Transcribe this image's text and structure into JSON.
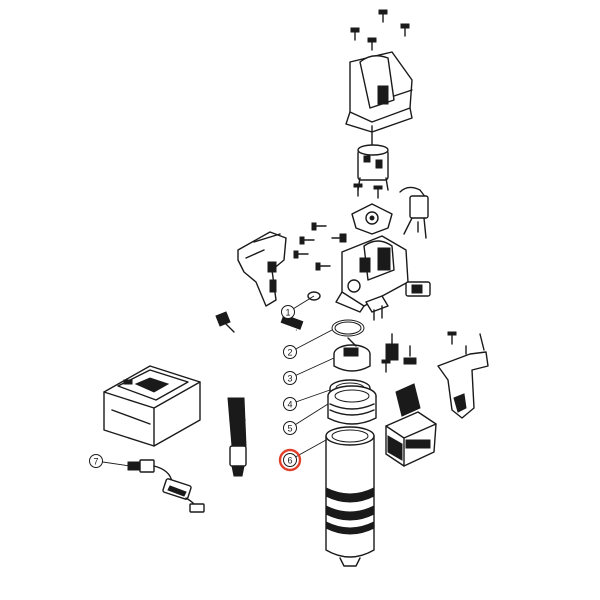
{
  "diagram": {
    "highlight_color": "#e0402a",
    "callouts": [
      {
        "label": "1",
        "highlighted": false
      },
      {
        "label": "2",
        "highlighted": false
      },
      {
        "label": "3",
        "highlighted": false
      },
      {
        "label": "4",
        "highlighted": false
      },
      {
        "label": "5",
        "highlighted": false
      },
      {
        "label": "6",
        "highlighted": true
      },
      {
        "label": "7",
        "highlighted": false
      }
    ]
  }
}
